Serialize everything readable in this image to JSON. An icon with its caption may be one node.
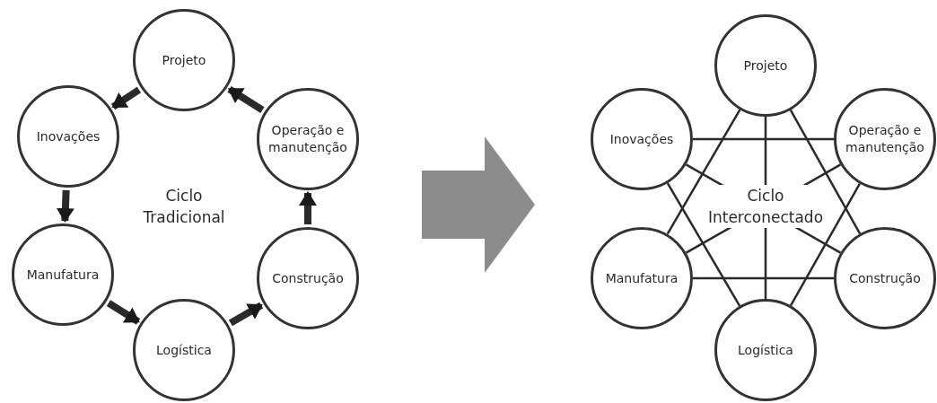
{
  "diagram": {
    "nodes": [
      {
        "text": [
          "Projeto"
        ]
      },
      {
        "text": [
          "Inovações"
        ]
      },
      {
        "text": [
          "Operação e manutenção"
        ]
      },
      {
        "text": [
          "Manufatura"
        ]
      },
      {
        "text": [
          "Construção"
        ]
      },
      {
        "text": [
          "Logística"
        ]
      },
      {
        "text": [
          "Projeto"
        ]
      },
      {
        "text": [
          "Inovações"
        ]
      },
      {
        "text": [
          "Operação e manutenção"
        ]
      },
      {
        "text": [
          "Manufatura"
        ]
      },
      {
        "text": [
          "Construção"
        ]
      },
      {
        "text": [
          "Logística"
        ]
      }
    ],
    "edges": [
      {
        "from": 0,
        "to": 1,
        "arrow": "to",
        "style": "thick"
      },
      {
        "from": 1,
        "to": 3,
        "arrow": "to",
        "style": "thick"
      },
      {
        "from": 3,
        "to": 5,
        "arrow": "to",
        "style": "thick"
      },
      {
        "from": 5,
        "to": 4,
        "arrow": "to",
        "style": "thick"
      },
      {
        "from": 4,
        "to": 2,
        "arrow": "to",
        "style": "thick"
      },
      {
        "from": 2,
        "to": 0,
        "arrow": "to",
        "style": "thick"
      },
      {
        "from": 7,
        "to": 8,
        "arrow": "none"
      },
      {
        "from": 9,
        "to": 10,
        "arrow": "none"
      },
      {
        "from": 6,
        "to": 11,
        "arrow": "none"
      },
      {
        "from": 6,
        "to": 9,
        "arrow": "none"
      },
      {
        "from": 6,
        "to": 10,
        "arrow": "none"
      },
      {
        "from": 11,
        "to": 7,
        "arrow": "none"
      },
      {
        "from": 11,
        "to": 8,
        "arrow": "none"
      },
      {
        "from": 7,
        "to": 10,
        "arrow": "none"
      },
      {
        "from": 8,
        "to": 9,
        "arrow": "none"
      }
    ],
    "labels": [
      "Ciclo Tradicional",
      "Ciclo Interconectado"
    ]
  }
}
